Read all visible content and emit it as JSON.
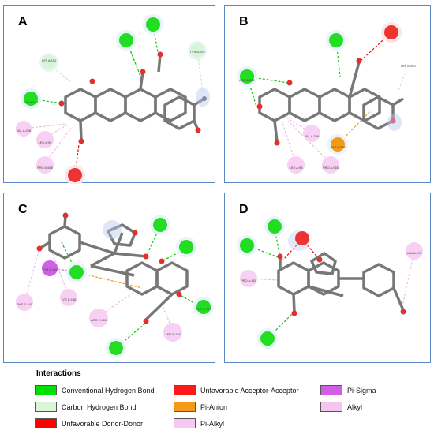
{
  "panels": [
    {
      "label": "A"
    },
    {
      "label": "B"
    },
    {
      "label": "C"
    },
    {
      "label": "D"
    }
  ],
  "residues": {
    "A": [
      "LYS A:162",
      "LYS A:143",
      "VAL A:208",
      "LEU A:95",
      "PRO A:565",
      "TYR A:202"
    ],
    "B": [
      "ASP A:210",
      "TRP A:303",
      "VAL A:209",
      "LEU A:95",
      "PRO A:565",
      "ASP A:306"
    ],
    "C": [
      "TYR E:169",
      "PHE E:145",
      "LYS E:146",
      "ARG E:401",
      "LEU E:118",
      "THR E:163"
    ],
    "D": [
      "PRO A:461",
      "LEU A:172"
    ]
  },
  "legend": {
    "title": "Interactions",
    "items": [
      {
        "label": "Conventional Hydrogen Bond",
        "color": "#00e000"
      },
      {
        "label": "Carbon Hydrogen Bond",
        "color": "#d8f5d8"
      },
      {
        "label": "Unfavorable Donor-Donor",
        "color": "#ff0000"
      },
      {
        "label": "Unfavorable Acceptor-Acceptor",
        "color": "#ff1a1a"
      },
      {
        "label": "Pi-Anion",
        "color": "#f59a16"
      },
      {
        "label": "Pi-Alkyl",
        "color": "#f7c8f1"
      },
      {
        "label": "Pi-Sigma",
        "color": "#d25ee8"
      },
      {
        "label": "Alkyl",
        "color": "#f7c4f0"
      }
    ]
  }
}
